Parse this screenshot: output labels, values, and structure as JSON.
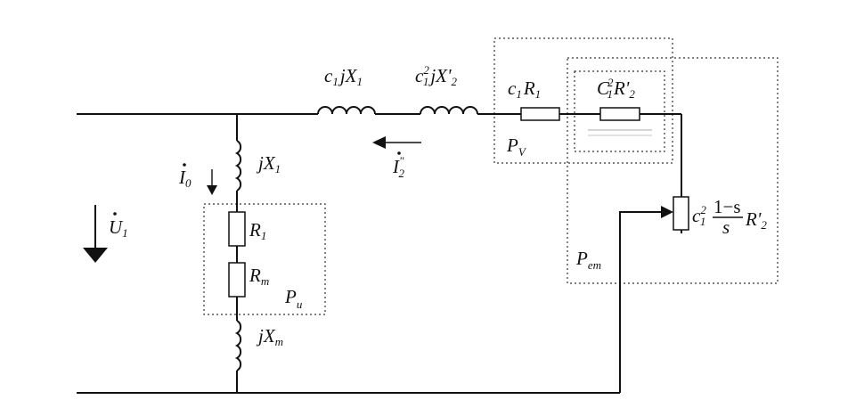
{
  "diagram": {
    "top_inductor_1": {
      "coef": "c",
      "coef_sub": "1",
      "symbol": "jX",
      "symbol_sub": "1"
    },
    "top_inductor_2": {
      "coef": "c",
      "coef_sup": "2",
      "coef_sub": "1",
      "symbol": "jX'",
      "symbol_sub": "2"
    },
    "series_resistor_1": {
      "coef": "c",
      "coef_sub": "1",
      "symbol": "R",
      "symbol_sub": "1"
    },
    "series_resistor_2": {
      "coef": "C",
      "coef_sup": "2",
      "coef_sub": "1",
      "symbol": "R'",
      "symbol_sub": "2"
    },
    "load_resistor": {
      "coef": "c",
      "coef_sup": "2",
      "coef_sub": "1",
      "num": "1−s",
      "den": "s",
      "symbol": "R'",
      "symbol_sub": "2"
    },
    "shunt_inductor_top": {
      "symbol": "jX",
      "symbol_sub": "1"
    },
    "shunt_resistor_1": {
      "symbol": "R",
      "symbol_sub": "1"
    },
    "shunt_resistor_m": {
      "symbol": "R",
      "symbol_sub": "m"
    },
    "shunt_inductor_bottom": {
      "symbol": "jX",
      "symbol_sub": "m"
    },
    "voltage": {
      "symbol": "U",
      "symbol_sub": "1"
    },
    "current_I0": {
      "symbol": "I",
      "symbol_sub": "0"
    },
    "current_I2": {
      "symbol": "I",
      "symbol_sup": "\"",
      "symbol_sub": "2"
    },
    "loss_box_PV": {
      "symbol": "P",
      "symbol_sub": "V"
    },
    "loss_box_Pu": {
      "symbol": "P",
      "symbol_sub": "u"
    },
    "loss_box_Pem": {
      "symbol": "P",
      "symbol_sub": "em"
    }
  }
}
